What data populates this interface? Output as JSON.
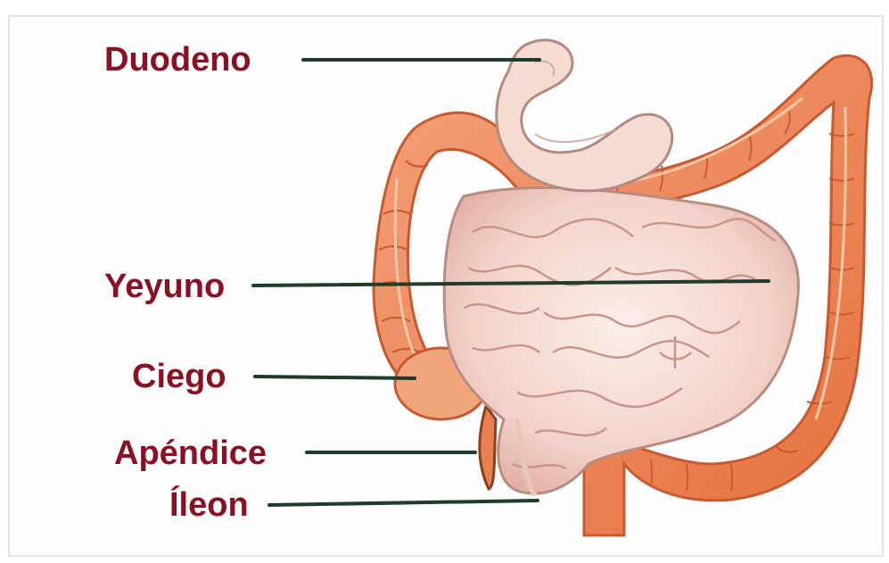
{
  "labels": {
    "duodeno": "Duodeno",
    "yeyuno": "Yeyuno",
    "ciego": "Ciego",
    "apendice": "Apéndice",
    "ileon": "Íleon"
  },
  "colors": {
    "label": "#8b1024",
    "leader": "#1f3d2a",
    "large_intestine": "#ee8a5c",
    "large_intestine_dark": "#d9653a",
    "small_intestine": "#f3d6cf",
    "small_intestine_shadow": "#d8aaa0",
    "background": "#ffffff"
  }
}
